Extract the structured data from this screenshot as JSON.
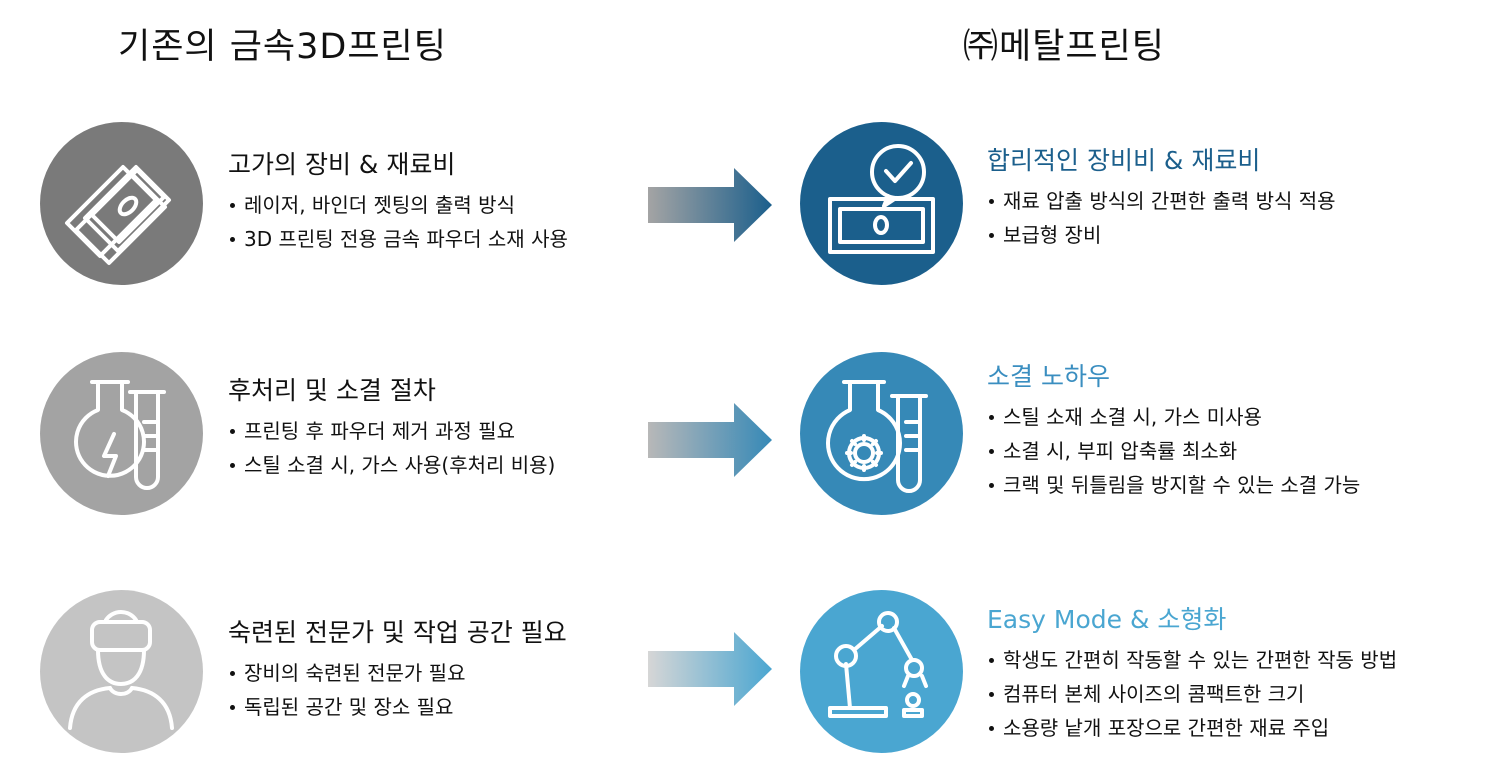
{
  "titles": {
    "left": "기존의 금속3D프린팅",
    "right": "㈜메탈프린팅"
  },
  "rows": [
    {
      "left": {
        "icon": "money-stack-icon",
        "circle_color": "#7a7a7a",
        "heading": "고가의 장비 & 재료비",
        "bullets": [
          "레이저, 바인더 젯팅의 출력 방식",
          "3D 프린팅 전용 금속 파우더 소재 사용"
        ]
      },
      "right": {
        "icon": "money-check-icon",
        "circle_color": "#1b5f8c",
        "heading_color": "#1b5f8c",
        "heading": "합리적인 장비비 & 재료비",
        "bullets": [
          "재료 압출 방식의 간편한 출력 방식 적용",
          "보급형 장비"
        ]
      }
    },
    {
      "left": {
        "icon": "flask-lightning-icon",
        "circle_color": "#a3a3a3",
        "heading": "후처리 및 소결 절차",
        "bullets": [
          "프린팅 후 파우더 제거 과정 필요",
          "스틸 소결 시, 가스 사용(후처리 비용)"
        ]
      },
      "right": {
        "icon": "flask-gear-icon",
        "circle_color": "#3689b7",
        "heading_color": "#3a8ec0",
        "heading": "소결 노하우",
        "bullets": [
          "스틸 소재 소결 시, 가스 미사용",
          "소결 시, 부피 압축률 최소화",
          "크랙 및 뒤틀림을 방지할 수 있는 소결 가능"
        ]
      }
    },
    {
      "left": {
        "icon": "vr-user-icon",
        "circle_color": "#c4c4c4",
        "heading": "숙련된 전문가 및 작업 공간 필요",
        "bullets": [
          "장비의 숙련된 전문가 필요",
          "독립된 공간 및 장소 필요"
        ]
      },
      "right": {
        "icon": "robot-arm-icon",
        "circle_color": "#4aa6d1",
        "heading_color": "#4aa6d1",
        "heading": "Easy Mode & 소형화",
        "bullets": [
          "학생도 간편히 작동할 수 있는 간편한 작동 방법",
          "컴퓨터 본체 사이즈의 콤팩트한 크기",
          "소용량 낱개 포장으로 간편한 재료 주입"
        ]
      }
    }
  ]
}
